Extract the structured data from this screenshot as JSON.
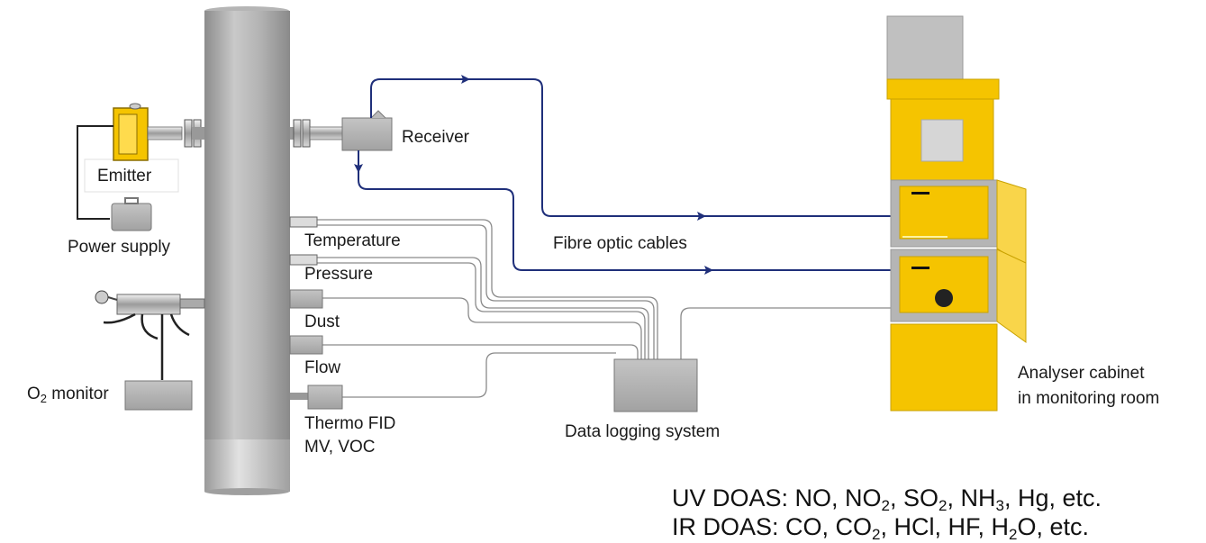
{
  "labels": {
    "receiver": "Receiver",
    "emitter": "Emitter",
    "power_supply": "Power supply",
    "temperature": "Temperature",
    "pressure": "Pressure",
    "dust": "Dust",
    "flow": "Flow",
    "thermo_fid_1": "Thermo FID",
    "thermo_fid_2": "MV, VOC",
    "o2_monitor_pre": "O",
    "o2_monitor_sub": "2",
    "o2_monitor_post": " monitor",
    "fibre_optic": "Fibre optic cables",
    "data_logging": "Data logging system",
    "analyser_1": "Analyser cabinet",
    "analyser_2": "in monitoring room"
  },
  "gases": {
    "uv": {
      "prefix": "UV DOAS: NO, NO",
      "s1": "2",
      "t1": ", SO",
      "s2": "2",
      "t2": ", NH",
      "s3": "3",
      "t3": ", Hg, etc."
    },
    "ir": {
      "prefix": "IR DOAS: CO, CO",
      "s1": "2",
      "t1": ", HCl, HF, H",
      "s2": "2",
      "t2": "O, etc."
    }
  },
  "colors": {
    "stack_gray": "#a8a8a8",
    "cabinet_yellow": "#f5c400",
    "fibre_blue": "#1f2f7a",
    "cable_gray": "#8a8a8a"
  }
}
